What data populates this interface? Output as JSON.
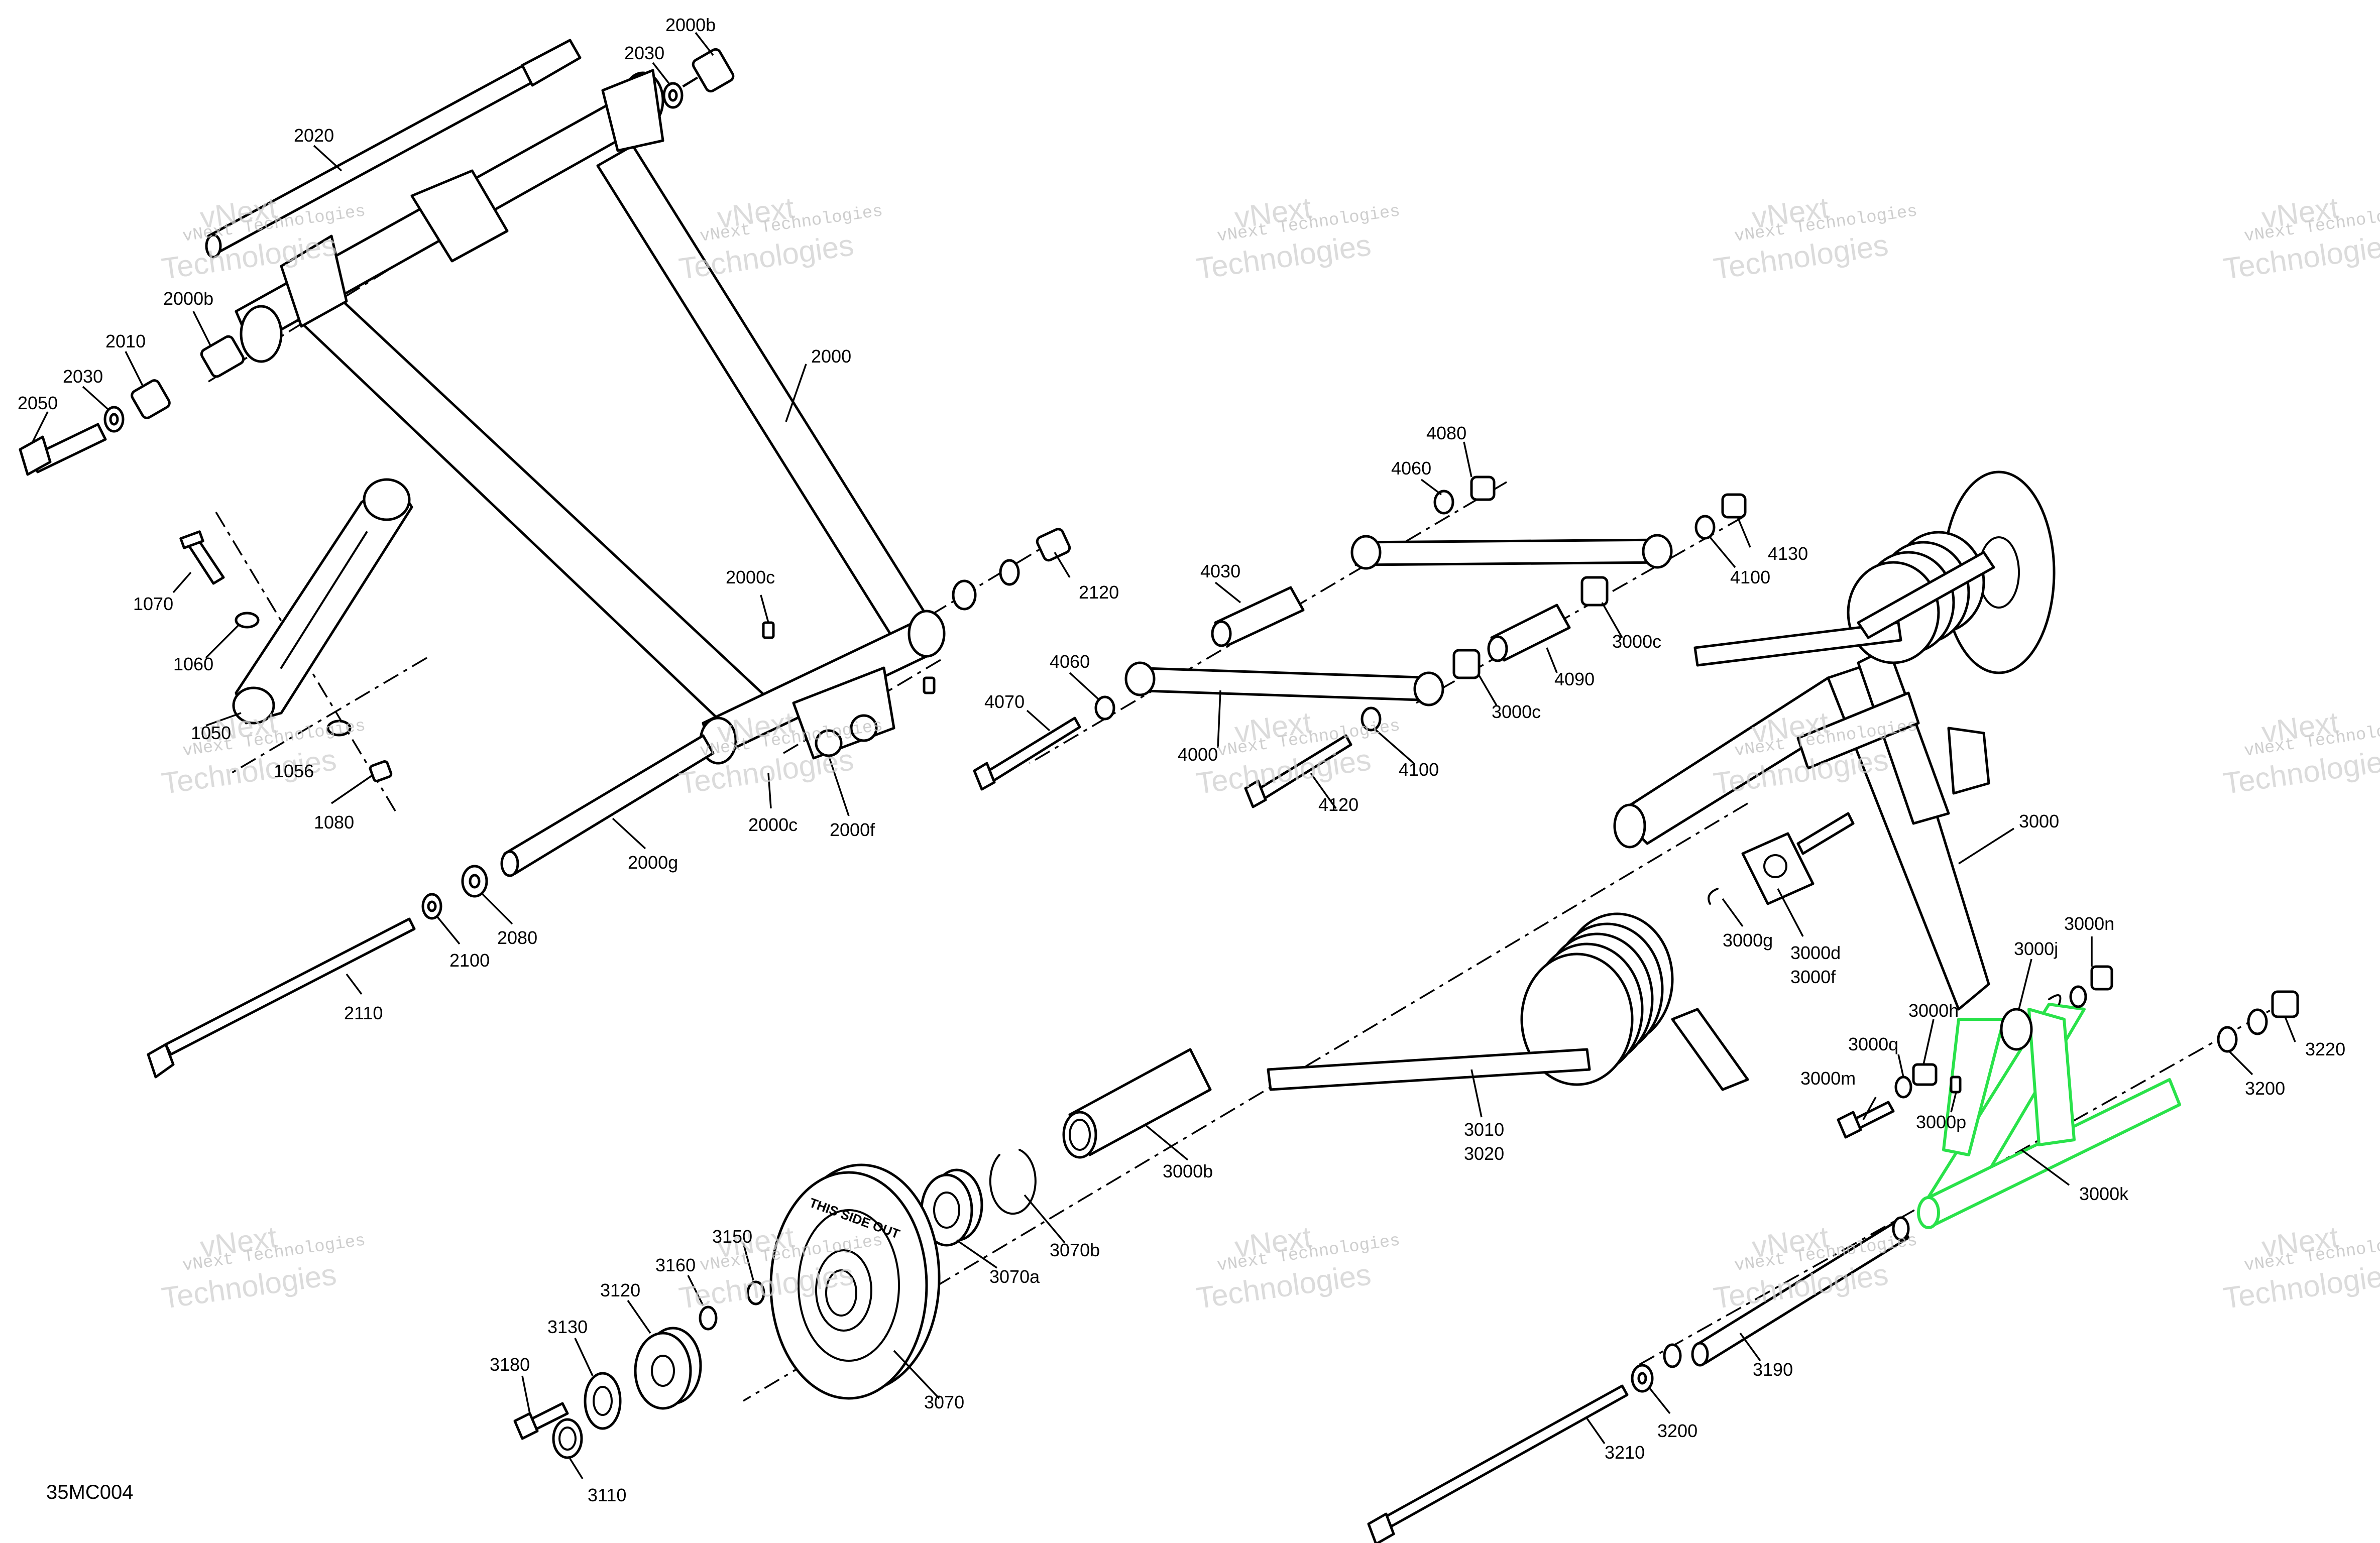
{
  "diagram_code": "35MC004",
  "watermark": {
    "line1": "vNext Technologies",
    "line2": "vNext",
    "line3": "Technologies"
  },
  "highlight_color": "#29e24a",
  "parts": {
    "p2000b_top": "2000b",
    "p2030_top": "2030",
    "p2020": "2020",
    "p2000": "2000",
    "p2000b_left": "2000b",
    "p2010": "2010",
    "p2030_left": "2030",
    "p2050": "2050",
    "p1070": "1070",
    "p1060": "1060",
    "p1050": "1050",
    "p1056": "1056",
    "p1080": "1080",
    "p2000c_top": "2000c",
    "p2000c_bottom": "2000c",
    "p2000f": "2000f",
    "p2000g": "2000g",
    "p2120": "2120",
    "p2080": "2080",
    "p2100": "2100",
    "p2110": "2110",
    "p4080": "4080",
    "p4060_top": "4060",
    "p4030": "4030",
    "p4060_mid": "4060",
    "p4070": "4070",
    "p4000": "4000",
    "p4120": "4120",
    "p4100_mid": "4100",
    "p3000c_mid": "3000c",
    "p4090": "4090",
    "p3000c_right": "3000c",
    "p4100_right": "4100",
    "p4130": "4130",
    "p3000": "3000",
    "p3000g": "3000g",
    "p3000d": "3000d",
    "p3000f": "3000f",
    "p3000n": "3000n",
    "p3000j": "3000j",
    "p3000h": "3000h",
    "p3000q": "3000q",
    "p3000m": "3000m",
    "p3000p": "3000p",
    "p3000k": "3000k",
    "p3220": "3220",
    "p3200_right": "3200",
    "p3010": "3010",
    "p3020": "3020",
    "p3000b": "3000b",
    "p3070b": "3070b",
    "p3070a": "3070a",
    "p3070": "3070",
    "p3150": "3150",
    "p3160": "3160",
    "p3120": "3120",
    "p3130": "3130",
    "p3180": "3180",
    "p3110": "3110",
    "p3190": "3190",
    "p3200_bottom": "3200",
    "p3210": "3210"
  },
  "wheel_text": "THIS SIDE OUT"
}
